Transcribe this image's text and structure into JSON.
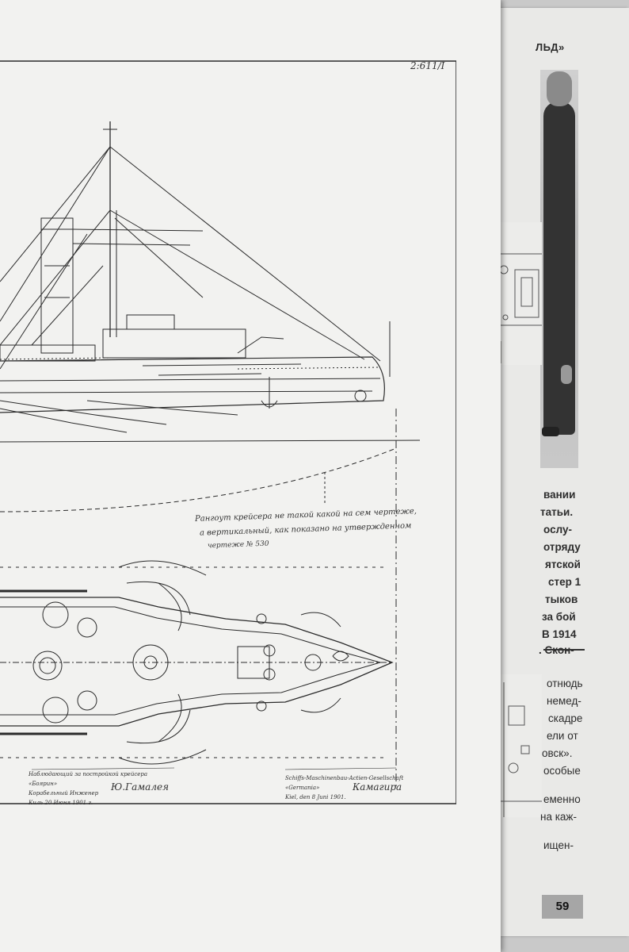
{
  "book": {
    "running_header": "ЛЬД»",
    "page_number": "59",
    "text_lines_bold": [
      "вании",
      "татьи.",
      "ослу-",
      "отряду",
      "ятской",
      "стер 1",
      "тыков",
      "за бой",
      "В 1914",
      ". Скон-"
    ],
    "text_lines_regular": [
      "отнюдь",
      "немед-",
      "скадре",
      "ели от",
      "овск».",
      "особые",
      "еменно",
      "на каж-",
      "ищен-"
    ]
  },
  "drawing": {
    "archive_number": "2:611/I",
    "note_lines": [
      "Рангоут крейсера не такой какой на сем чертеже,",
      "а вертикальный, как показано на утвержденном",
      "чертеже № 530"
    ],
    "signature_left_caption": [
      "Наблюдающий за постройкой крейсера",
      "«Боярин»",
      "Корабельный Инженер",
      "Киль 20 Июня 1901 г."
    ],
    "signature_left_name": "Ю.Гамалея",
    "signature_right_caption": [
      "Schiffs-Maschinenbau-Actien-Gesellschaft",
      "«Germania»",
      "Kiel, den 8 Juni 1901."
    ],
    "signature_right_name": "Камагира"
  }
}
